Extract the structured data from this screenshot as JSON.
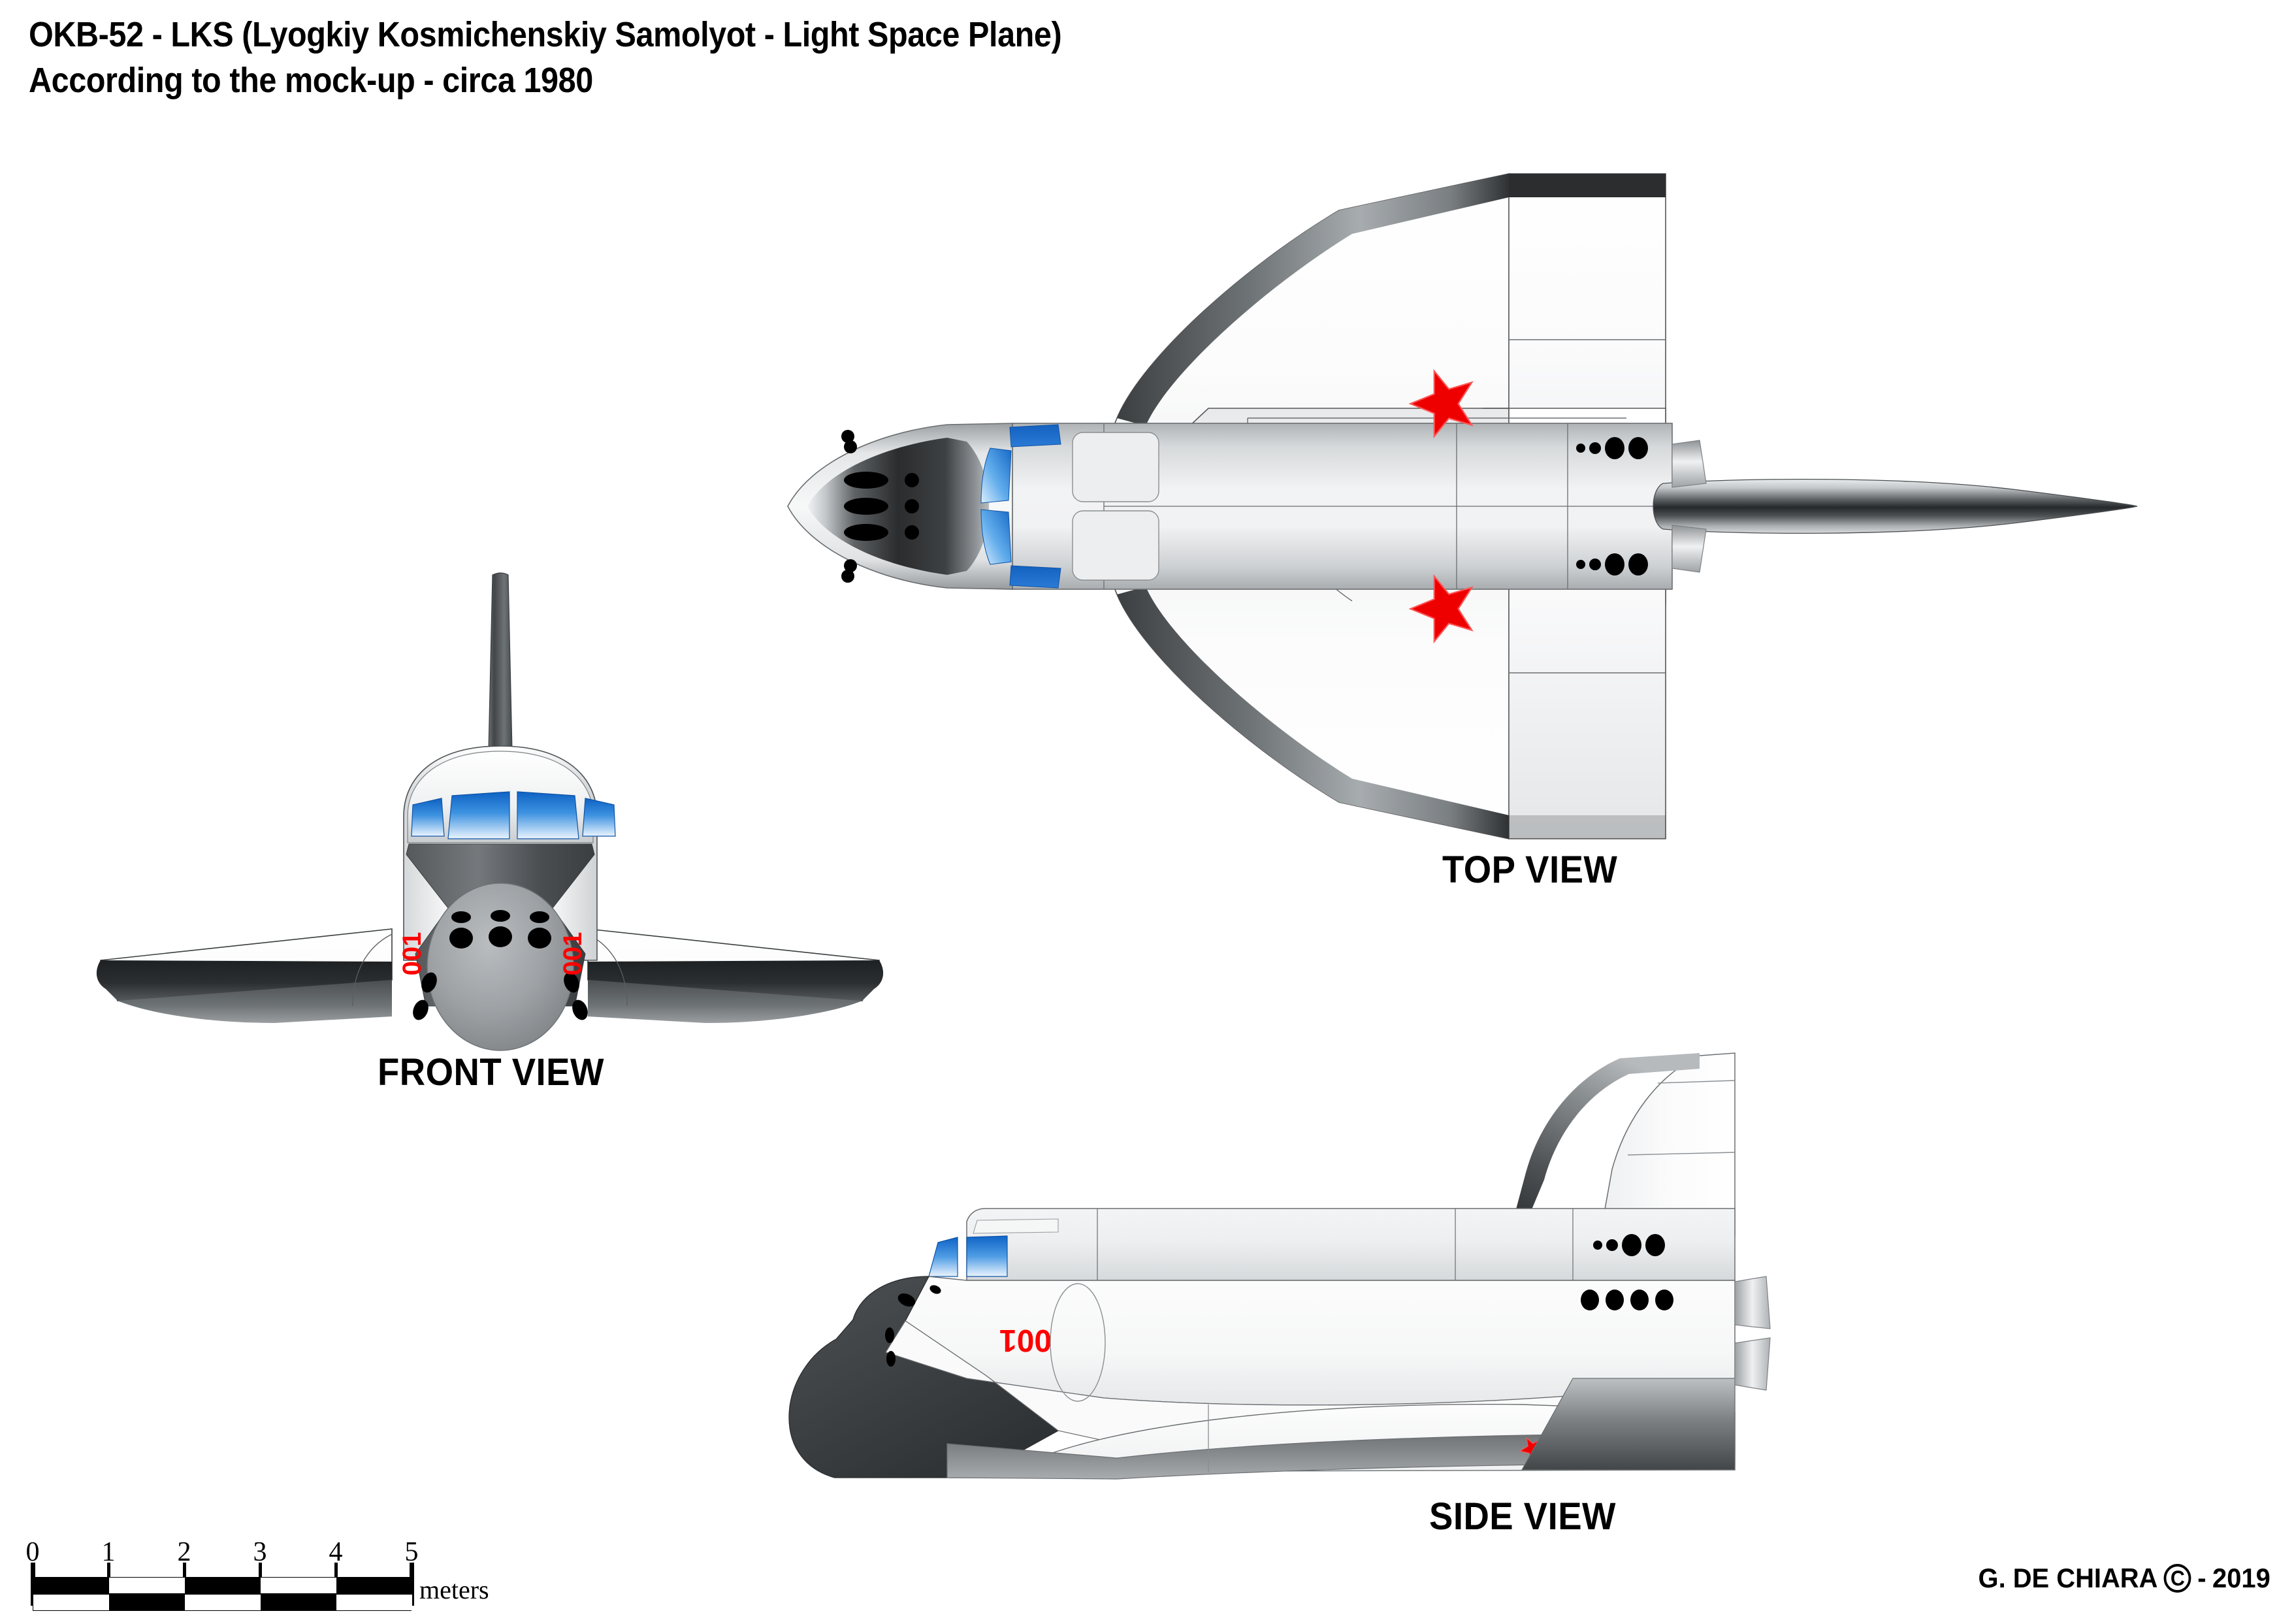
{
  "document": {
    "title_line1": "OKB-52 - LKS (Lyogkiy Kosmichenskiy Samolyot - Light Space Plane)",
    "title_line2": "According to the mock-up - circa 1980"
  },
  "views": {
    "top": {
      "label": "TOP VIEW"
    },
    "front": {
      "label": "FRONT VIEW"
    },
    "side": {
      "label": "SIDE VIEW"
    }
  },
  "markings": {
    "tail_number": "001",
    "star_color": "#EE0000",
    "marking_color": "#FF0000",
    "window_blue": "#1569C7",
    "window_blue_light": "#8CC3F0",
    "hull_white": "#FAFAFA",
    "hull_grey": "#B9BCBE",
    "nose_dark": "#3A3A3A",
    "leading_edge_dark": "#2E2E2E"
  },
  "scale_bar": {
    "ticks": [
      "0",
      "1",
      "2",
      "3",
      "4",
      "5"
    ],
    "unit_label": "meters",
    "min": 0,
    "max": 5
  },
  "credit": {
    "author": "G. DE CHIARA",
    "copyright_symbol": "C",
    "separator": "-",
    "year": "2019"
  }
}
